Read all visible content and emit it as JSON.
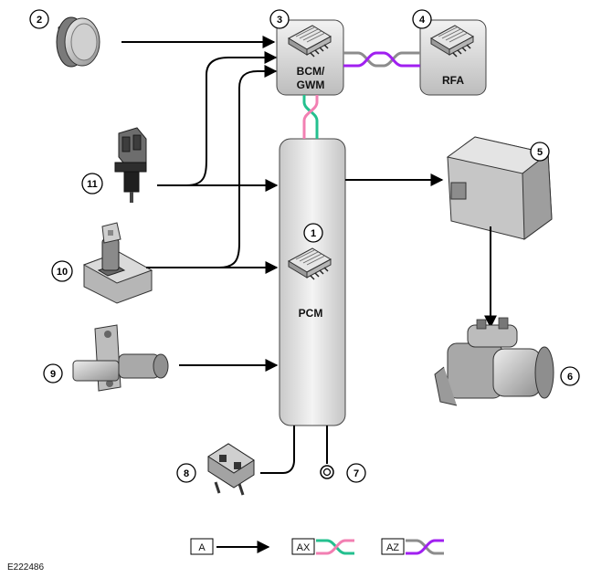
{
  "modules": {
    "bcm_label_line1": "BCM/",
    "bcm_label_line2": "GWM",
    "rfa_label": "RFA",
    "pcm_label": "PCM"
  },
  "callouts": [
    "1",
    "2",
    "3",
    "4",
    "5",
    "6",
    "7",
    "8",
    "9",
    "10",
    "11"
  ],
  "legend": {
    "a_label": "A",
    "ax_label": "AX",
    "az_label": "AZ"
  },
  "figure_id": "E222486",
  "colors": {
    "ax_pink": "#f27fb2",
    "ax_green": "#24c08f",
    "az_purple": "#a020f0",
    "az_grey": "#8c8c8c",
    "arrow": "#000000",
    "module_fill": "#d9d9d9"
  }
}
